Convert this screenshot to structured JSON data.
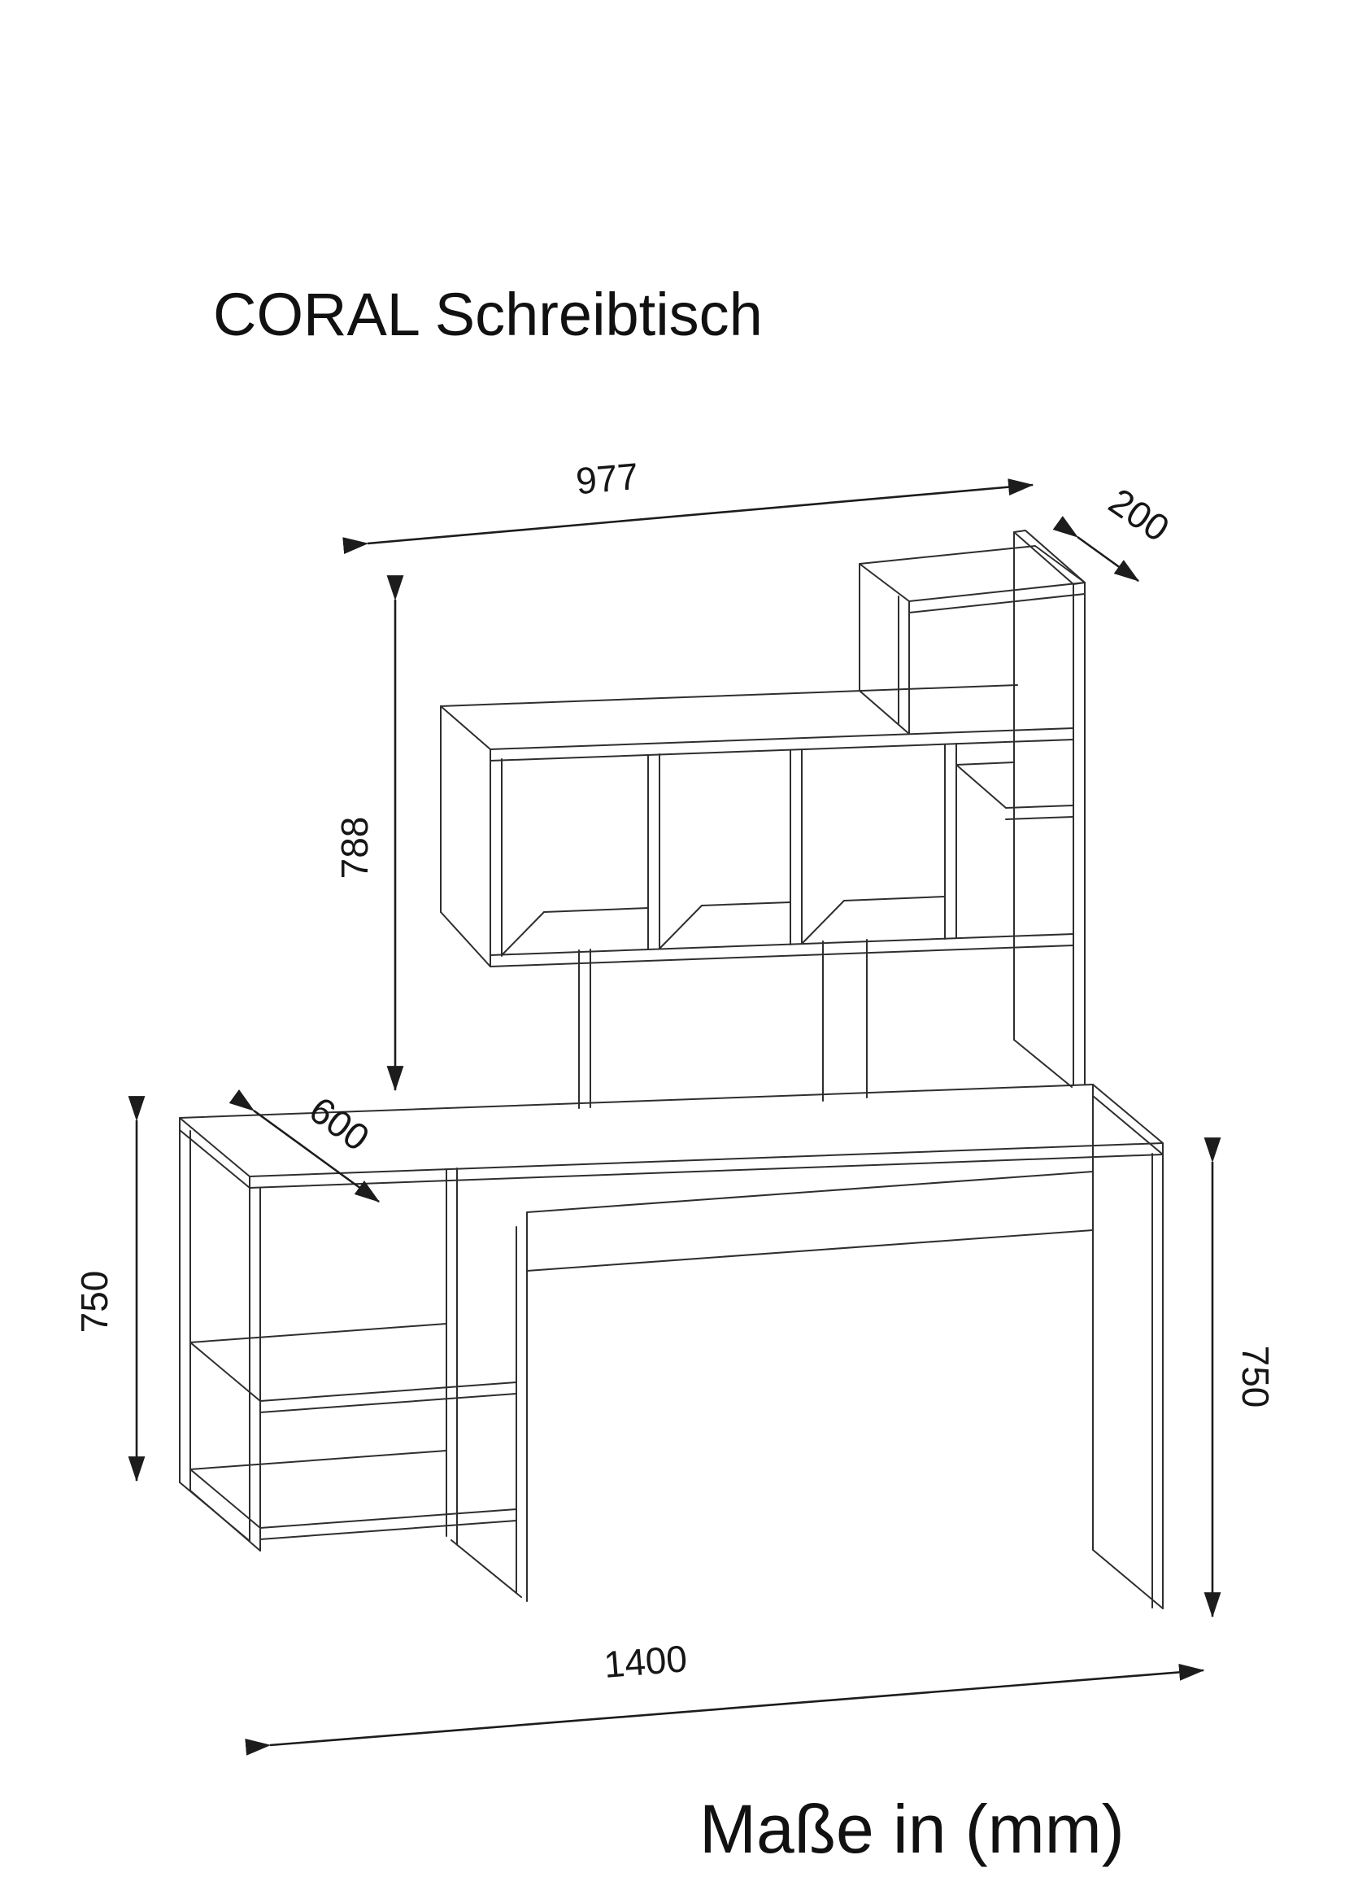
{
  "title": "CORAL Schreibtisch",
  "footer": "Maße in (mm)",
  "drawing": {
    "subject": "isometric line drawing of CORAL desk with hutch shelf unit",
    "units": "mm"
  },
  "dimensions": {
    "hutch_width": {
      "value": "977",
      "meaning": "width of hutch shelf section"
    },
    "hutch_depth": {
      "value": "200",
      "meaning": "depth of top shelf box"
    },
    "hutch_height": {
      "value": "788",
      "meaning": "height of hutch above desktop"
    },
    "desk_depth": {
      "value": "600",
      "meaning": "depth of desktop"
    },
    "height_left": {
      "value": "750",
      "meaning": "desk height (left side)"
    },
    "height_right": {
      "value": "750",
      "meaning": "desk height (right side)"
    },
    "desk_width": {
      "value": "1400",
      "meaning": "overall desk width"
    }
  },
  "colors": {
    "line": "#2e2e2e",
    "dimension_line": "#1c1c1c",
    "background": "#ffffff",
    "text": "#111111"
  }
}
